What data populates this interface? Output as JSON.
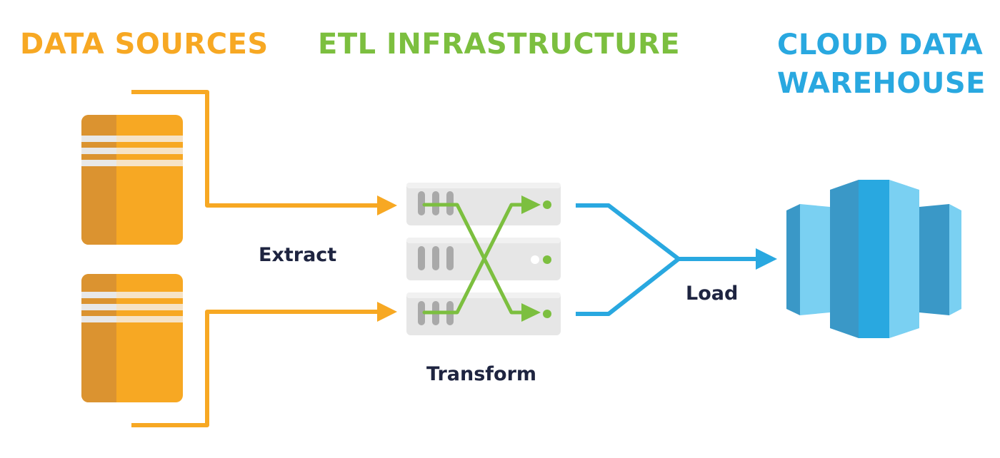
{
  "headings": {
    "sources": "DATA SOURCES",
    "etl": "ETL INFRASTRUCTURE",
    "cloud": "CLOUD DATA WAREHOUSE"
  },
  "steps": {
    "extract": "Extract",
    "transform": "Transform",
    "load": "Load"
  },
  "colors": {
    "sources": "#f7a823",
    "sources_dark": "#db9330",
    "etl": "#7cbf3f",
    "cloud": "#29a8e0",
    "label": "#1e2440",
    "server": "#e5e5e5"
  },
  "icons": [
    "database-icon",
    "server-rack-icon",
    "cloud-warehouse-icon"
  ]
}
